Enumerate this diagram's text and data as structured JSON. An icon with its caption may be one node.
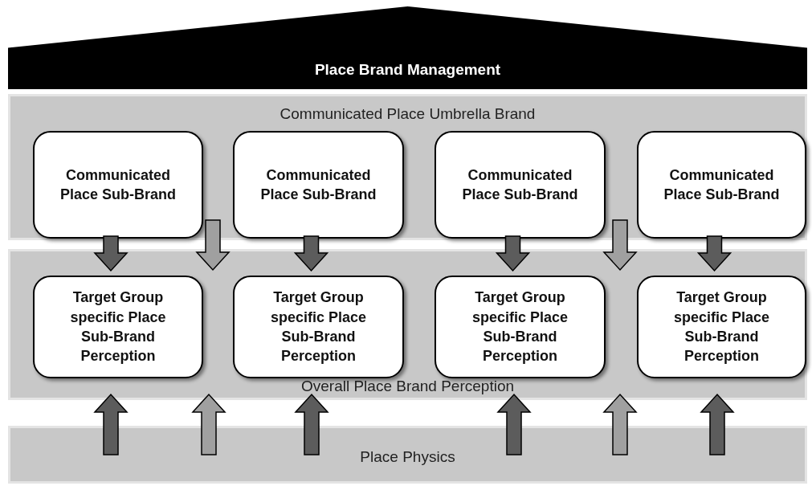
{
  "diagram": {
    "nodes": [
      {
        "text": [
          "Place Brand Management"
        ]
      },
      {
        "text": [
          "Communicated Place Umbrella Brand"
        ]
      },
      {
        "text": [
          "Communicated Place Sub-Brand"
        ],
        "in": 1
      },
      {
        "text": [
          "Communicated Place Sub-Brand"
        ],
        "in": 1
      },
      {
        "text": [
          "Communicated Place Sub-Brand"
        ],
        "in": 1
      },
      {
        "text": [
          "Communicated Place Sub-Brand"
        ],
        "in": 1
      },
      {
        "text": [
          "Overall Place Brand Perception"
        ]
      },
      {
        "text": [
          "Target Group specific Place Sub-Brand Perception"
        ],
        "in": 6
      },
      {
        "text": [
          "Target Group specific Place Sub-Brand Perception"
        ],
        "in": 6
      },
      {
        "text": [
          "Target Group specific Place Sub-Brand Perception"
        ],
        "in": 6
      },
      {
        "text": [
          "Target Group specific Place Sub-Brand Perception"
        ],
        "in": 6
      },
      {
        "text": [
          "Place Physics"
        ]
      }
    ],
    "edges": [
      {
        "from": 2,
        "to": 7,
        "arrow": "to",
        "style": "thick"
      },
      {
        "from": 1,
        "to": 6,
        "arrow": "to",
        "style": "thick",
        "color": "#a0a0a0"
      },
      {
        "from": 3,
        "to": 8,
        "arrow": "to",
        "style": "thick"
      },
      {
        "from": 4,
        "to": 9,
        "arrow": "to",
        "style": "thick"
      },
      {
        "from": 1,
        "to": 6,
        "arrow": "to",
        "style": "thick",
        "color": "#a0a0a0"
      },
      {
        "from": 5,
        "to": 10,
        "arrow": "to",
        "style": "thick"
      },
      {
        "from": 11,
        "to": 6,
        "arrow": "to",
        "style": "thick"
      },
      {
        "from": 11,
        "to": 6,
        "arrow": "to",
        "style": "thick",
        "color": "#a0a0a0"
      },
      {
        "from": 11,
        "to": 6,
        "arrow": "to",
        "style": "thick"
      },
      {
        "from": 11,
        "to": 6,
        "arrow": "to",
        "style": "thick"
      },
      {
        "from": 11,
        "to": 6,
        "arrow": "to",
        "style": "thick",
        "color": "#a0a0a0"
      },
      {
        "from": 11,
        "to": 6,
        "arrow": "to",
        "style": "thick"
      }
    ]
  }
}
